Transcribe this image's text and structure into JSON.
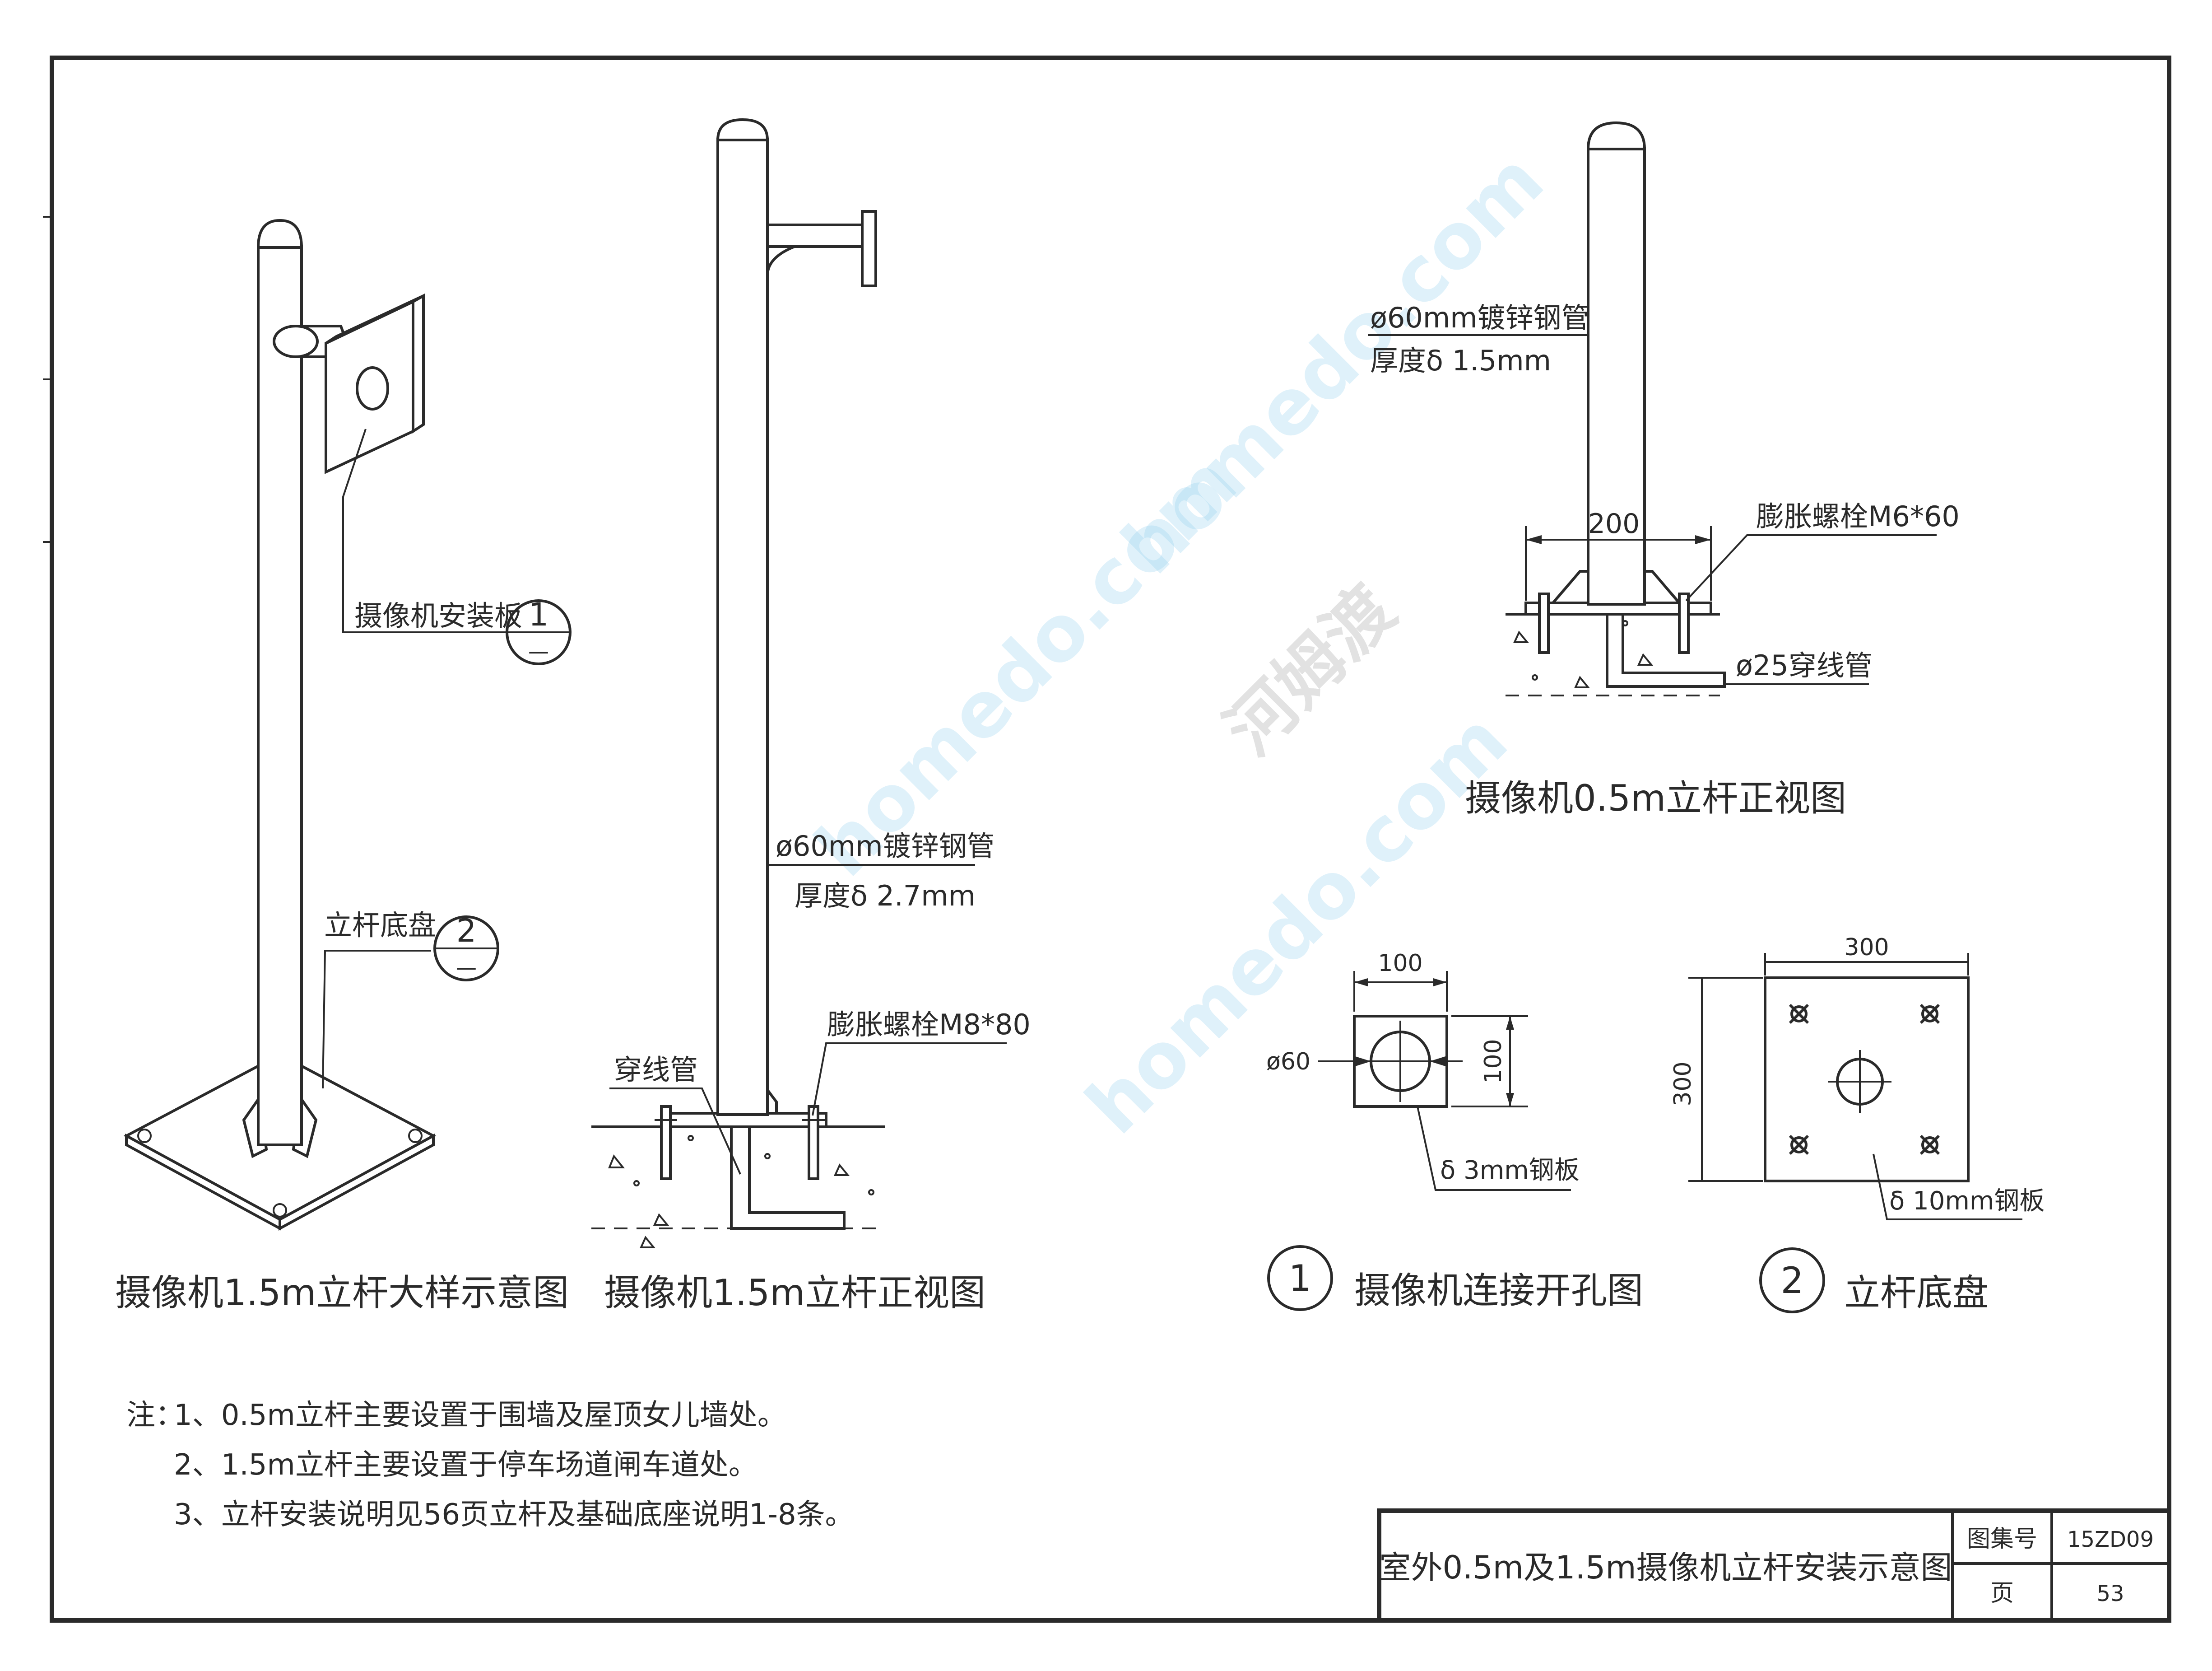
{
  "views": {
    "iso": {
      "title": "摄像机1.5m立杆大样示意图",
      "label_plate": "摄像机安装板",
      "label_base": "立杆底盘",
      "callout1": {
        "num": "1",
        "sub": "—"
      },
      "callout2": {
        "num": "2",
        "sub": "—"
      }
    },
    "front15": {
      "title": "摄像机1.5m立杆正视图",
      "pipe": "ø60mm镀锌钢管",
      "thickness": "厚度δ 2.7mm",
      "bolt": "膨胀螺栓M8*80",
      "conduit": "穿线管"
    },
    "front05": {
      "title": "摄像机0.5m立杆正视图",
      "pipe": "ø60mm镀锌钢管",
      "thickness": "厚度δ 1.5mm",
      "dim": "200",
      "bolt": "膨胀螺栓M6*60",
      "conduit": "ø25穿线管"
    },
    "detail1": {
      "num": "1",
      "title": "摄像机连接开孔图",
      "dim_w": "100",
      "dim_h": "100",
      "hole": "ø60",
      "plate": "δ 3mm钢板"
    },
    "detail2": {
      "num": "2",
      "title": "立杆底盘",
      "dim_w": "300",
      "dim_h": "300",
      "plate": "δ 10mm钢板"
    }
  },
  "notes": {
    "prefix": "注：",
    "lines": [
      "1、0.5m立杆主要设置于围墙及屋顶女儿墙处。",
      "2、1.5m立杆主要设置于停车场道闸车道处。",
      "3、立杆安装说明见56页立杆及基础底座说明1-8条。"
    ]
  },
  "title_block": {
    "drawing_title": "室外0.5m及1.5m摄像机立杆安装示意图",
    "atlas_label": "图集号",
    "atlas_value": "15ZD09",
    "page_label": "页",
    "page_value": "53"
  },
  "watermark": {
    "site": "homedo.com",
    "brand": "河姆渡"
  }
}
